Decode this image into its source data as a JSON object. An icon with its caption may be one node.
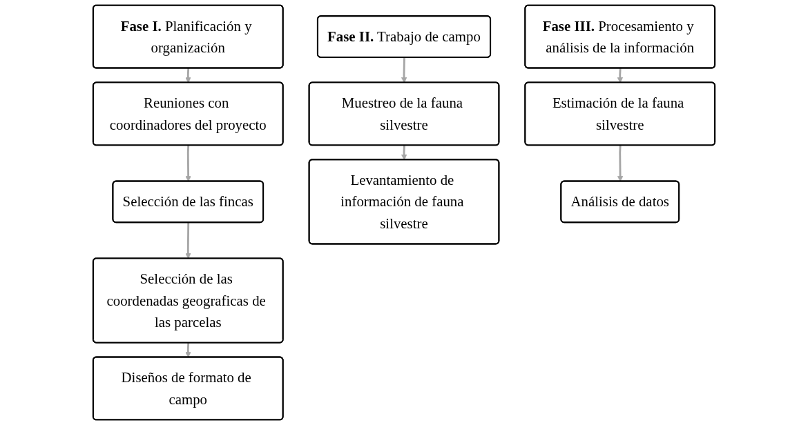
{
  "diagram": {
    "nodes": [
      {
        "text": [
          "**Fase I.** Planificación y organización"
        ]
      },
      {
        "text": [
          "Reuniones con coordinadores del proyecto"
        ]
      },
      {
        "text": [
          "Selección de las fincas"
        ]
      },
      {
        "text": [
          "Selección de las coordenadas geograficas de las parcelas"
        ]
      },
      {
        "text": [
          "Diseños de formato de campo"
        ]
      },
      {
        "text": [
          "**Fase II.** Trabajo de campo"
        ]
      },
      {
        "text": [
          "Muestreo de la fauna silvestre"
        ]
      },
      {
        "text": [
          "Levantamiento de información de fauna silvestre"
        ]
      },
      {
        "text": [
          "**Fase III.** Procesamiento y análisis de la información"
        ]
      },
      {
        "text": [
          "Estimación de la fauna silvestre"
        ]
      },
      {
        "text": [
          "Análisis de datos"
        ]
      }
    ],
    "edges": [
      {
        "from": 0,
        "to": 1,
        "arrow": "to"
      },
      {
        "from": 1,
        "to": 2,
        "arrow": "to"
      },
      {
        "from": 2,
        "to": 3,
        "arrow": "to"
      },
      {
        "from": 3,
        "to": 4,
        "arrow": "to"
      },
      {
        "from": 5,
        "to": 6,
        "arrow": "to"
      },
      {
        "from": 6,
        "to": 7,
        "arrow": "to"
      },
      {
        "from": 8,
        "to": 9,
        "arrow": "to"
      },
      {
        "from": 9,
        "to": 10,
        "arrow": "to"
      }
    ]
  }
}
